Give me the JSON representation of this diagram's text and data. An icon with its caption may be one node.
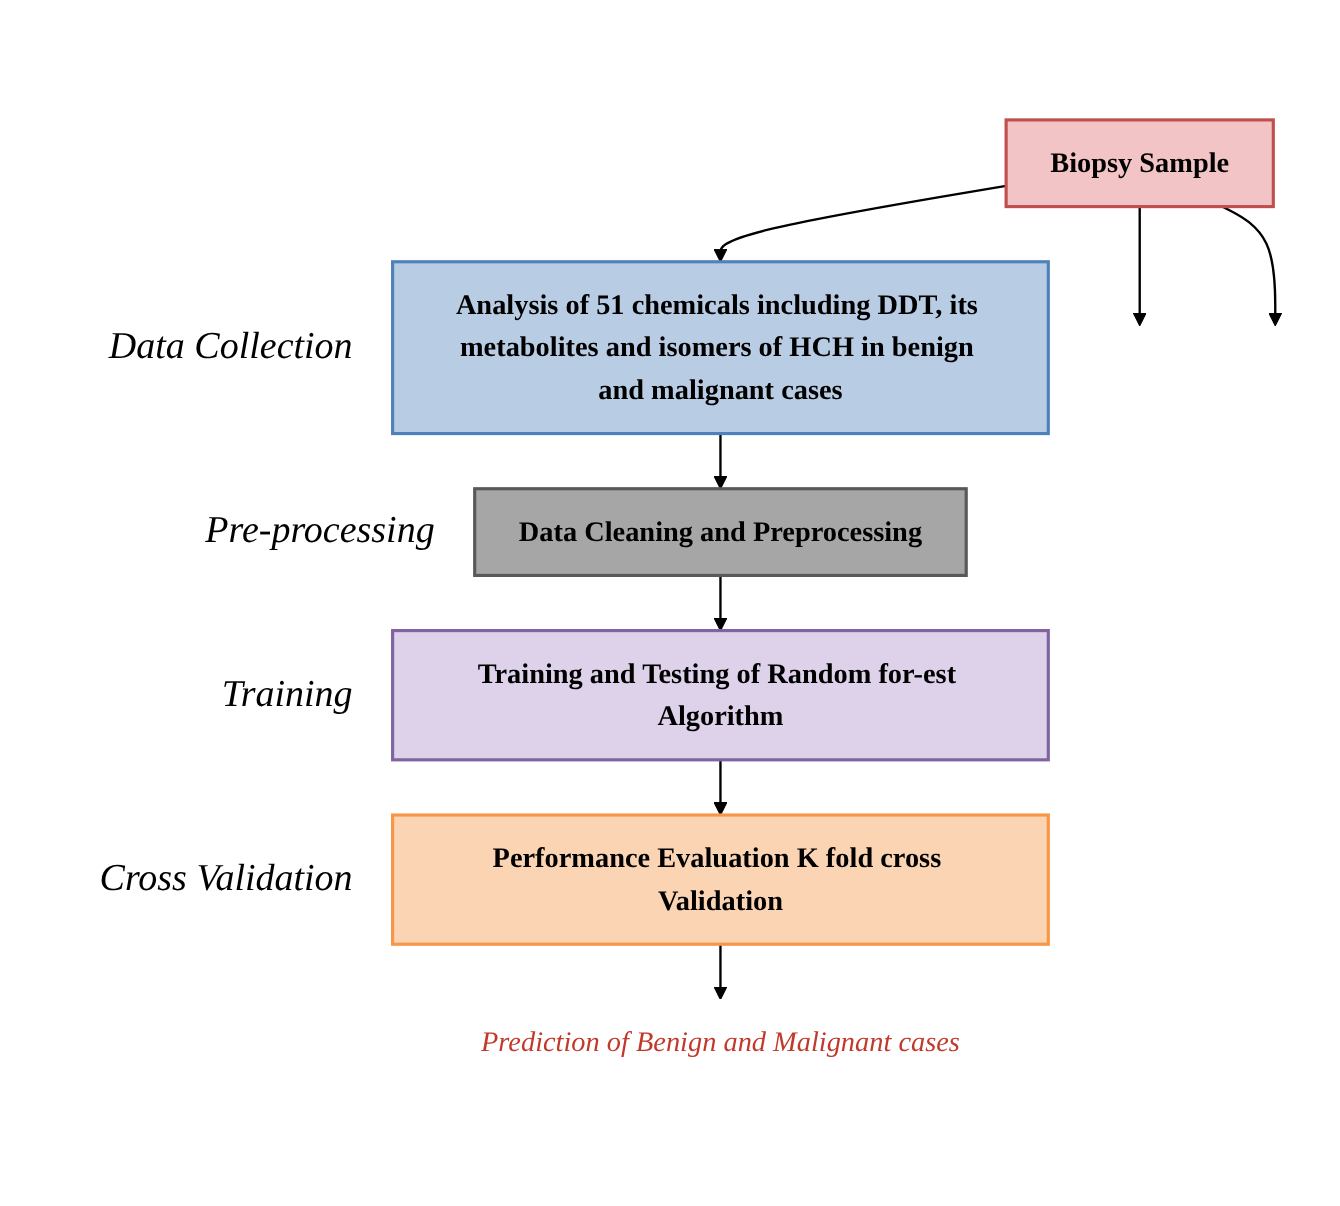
{
  "diagram": {
    "nodes": [
      {
        "text": [
          "Biopsy Sample"
        ]
      },
      {
        "text": [
          "Analysis of 51 chemicals including DDT, its metabolites and isomers of HCH in benign and malignant cases"
        ],
        "beside": [
          "Data Collection"
        ]
      },
      {
        "text": [
          "Data Cleaning and Preprocessing"
        ],
        "beside": [
          "Pre-processing"
        ]
      },
      {
        "text": [
          "Training and Testing of Random for-est Algorithm"
        ],
        "beside": [
          "Training"
        ]
      },
      {
        "text": [
          "Performance Evaluation K fold cross Validation"
        ],
        "beside": [
          "Cross Validation"
        ]
      },
      {
        "text": [
          "Prediction of Benign and Malignant cases"
        ]
      }
    ],
    "edges": [
      {
        "from": 0,
        "to": null,
        "arrow": "to"
      },
      {
        "from": 0,
        "to": null,
        "arrow": "to"
      },
      {
        "from": 0,
        "to": 1,
        "arrow": "to"
      },
      {
        "from": 1,
        "to": 2,
        "arrow": "to"
      },
      {
        "from": 2,
        "to": 3,
        "arrow": "to"
      },
      {
        "from": 3,
        "to": 4,
        "arrow": "to"
      },
      {
        "from": 4,
        "to": 5,
        "arrow": "to"
      }
    ]
  }
}
